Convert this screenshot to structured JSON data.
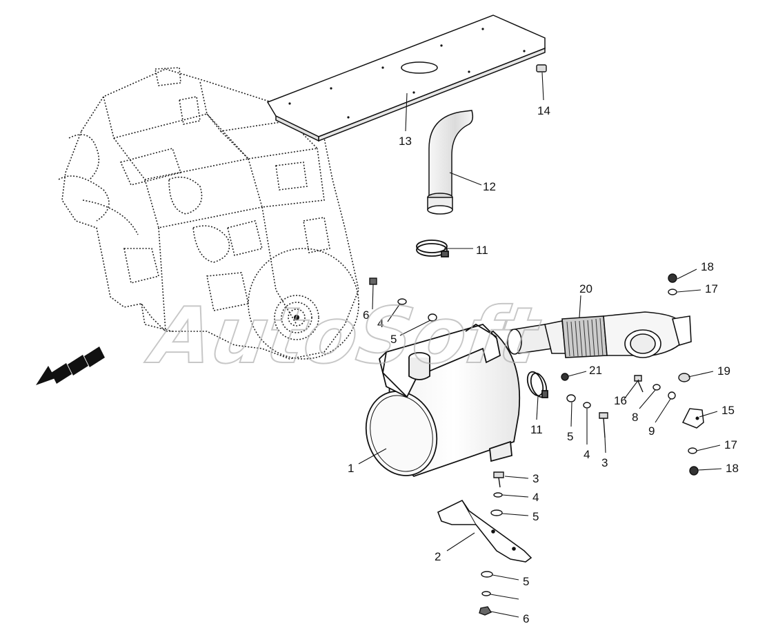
{
  "watermark": "AutoSoft",
  "part_labels": [
    "1",
    "2",
    "3",
    "3",
    "4",
    "4",
    "4",
    "5",
    "5",
    "5",
    "5",
    "6",
    "6",
    "8",
    "9",
    "11",
    "11",
    "12",
    "13",
    "14",
    "15",
    "16",
    "17",
    "17",
    "18",
    "18",
    "19",
    "20",
    "21"
  ],
  "colors": {
    "line": "#111111",
    "watermark": "#cfcfcf",
    "shade": "#e9e9e9"
  },
  "icons": {
    "direction": "forward-direction-arrow-icon"
  }
}
